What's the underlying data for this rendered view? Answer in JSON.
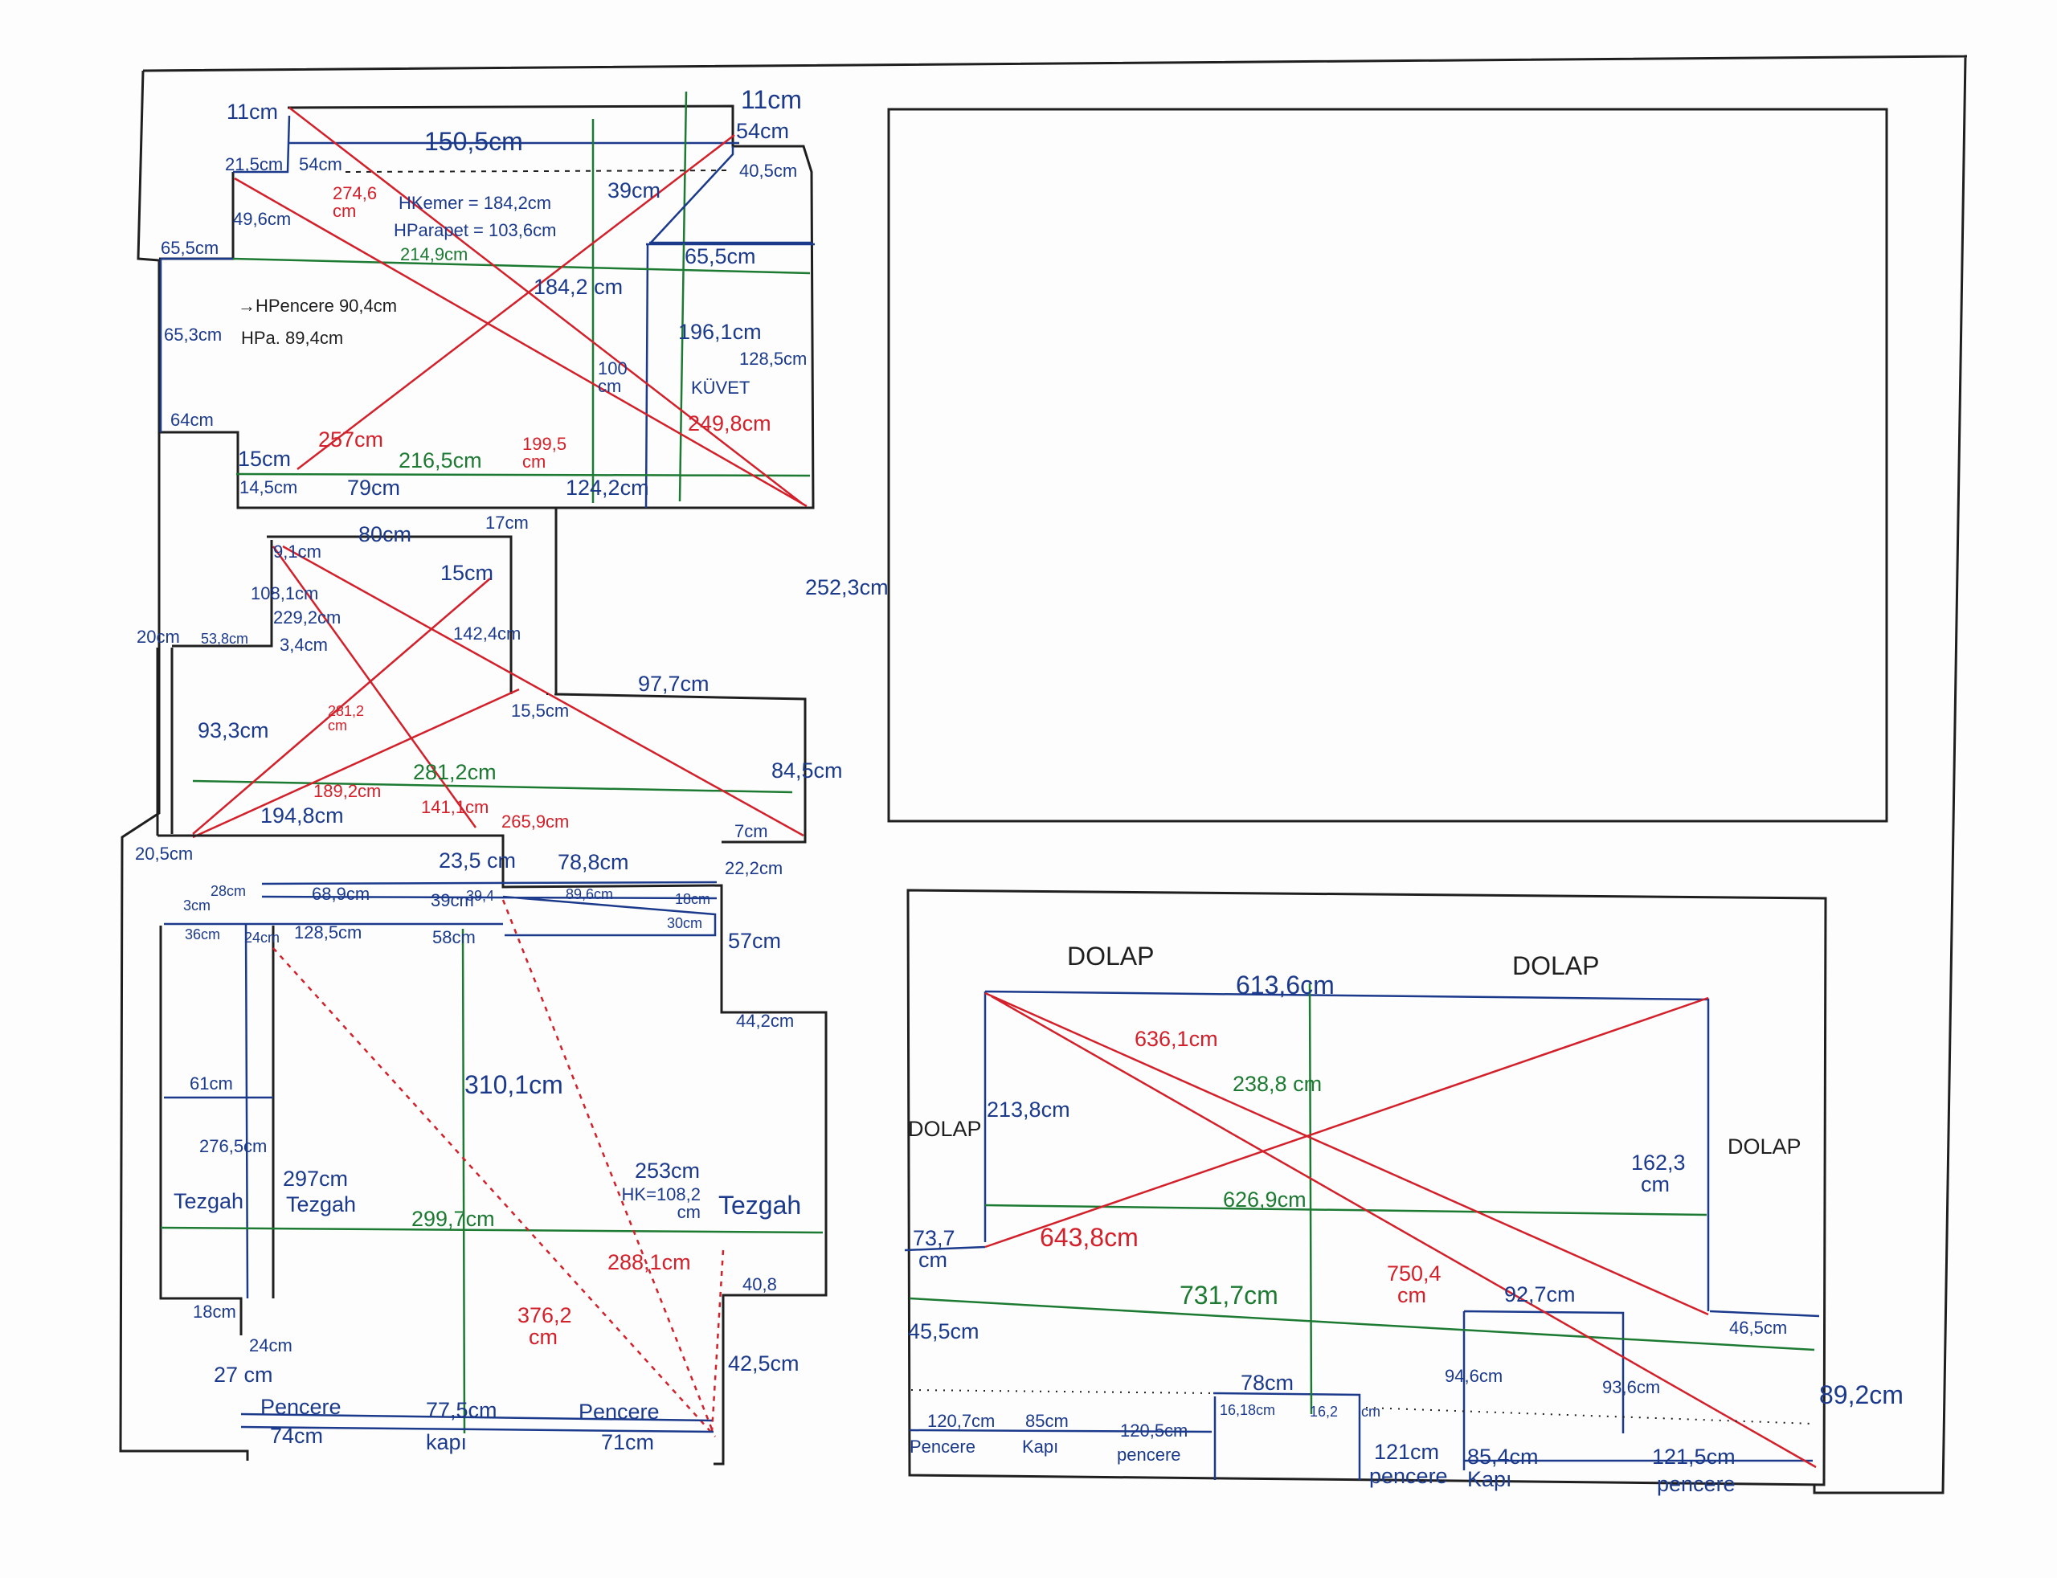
{
  "labels": {
    "bath_11cm_a": "11cm",
    "bath_11cm_b": "11cm",
    "bath_150": "150,5cm",
    "bath_54_a": "54cm",
    "bath_54_b": "54cm",
    "bath_21_5": "21,5cm",
    "bath_40_5": "40,5cm",
    "bath_274": "274,6 cm",
    "bath_hkemer": "HKemer = 184,2cm",
    "bath_hparapet": "HParapet = 103,6cm",
    "bath_39": "39cm",
    "bath_49_6": "49,6cm",
    "bath_214_9": "214,9cm",
    "bath_65_5_a": "65,5cm",
    "bath_65_5_b": "65,5cm",
    "bath_184_2": "184,2 cm",
    "bath_hpencere": "→HPencere 90,4cm",
    "bath_hpa": "HPa. 89,4cm",
    "bath_65_3": "65,3cm",
    "bath_196_1": "196,1cm",
    "bath_128_5": "128,5cm",
    "bath_100": "100 cm",
    "bath_kuvet": "KÜVET",
    "bath_249_8": "249,8cm",
    "bath_64": "64cm",
    "bath_257": "257cm",
    "bath_199_5": "199,5 cm",
    "bath_15": "15cm",
    "bath_216_5": "216,5cm",
    "bath_14_5": "14,5cm",
    "bath_79": "79cm",
    "bath_124_2": "124,2cm",
    "hall_80": "80cm",
    "hall_17": "17cm",
    "hall_9_1": "9,1cm",
    "hall_15": "15cm",
    "hall_108_1": "108,1cm",
    "hall_229_2": "229,2cm",
    "hall_20": "20cm",
    "hall_53_8": "53,8cm",
    "hall_3_4": "3,4cm",
    "hall_142_4": "142,4cm",
    "hall_252_3": "252,3cm",
    "hall_97_7": "97,7cm",
    "hall_15_5": "15,5cm",
    "hall_93_3": "93,3cm",
    "hall_281_2_red": "281,2 cm",
    "hall_281_2": "281,2cm",
    "hall_84_5": "84,5cm",
    "hall_189_2": "189,2cm",
    "hall_141_1": "141,1cm",
    "hall_265_9": "265,9cm",
    "hall_194_8": "194,8cm",
    "hall_7": "7cm",
    "k_20_5": "20,5cm",
    "k_23_5": "23,5 cm",
    "k_78_8": "78,8cm",
    "k_22_2": "22,2cm",
    "k_28": "28cm",
    "k_68_9": "68,9cm",
    "k_39": "39cm",
    "k_39b": "39,4",
    "k_89_6": "89,6cm",
    "k_18": "18cm",
    "k_30": "30cm",
    "k_3": "3cm",
    "k_36": "36cm",
    "k_24": "24cm",
    "k_128_5": "128,5cm",
    "k_58": "58cm",
    "k_57": "57cm",
    "k_44_2": "44,2cm",
    "k_61": "61cm",
    "k_310_1": "310,1cm",
    "k_276_5": "276,5cm",
    "k_297": "297cm",
    "k_tezgah_a": "Tezgah",
    "k_tezgah_b": "Tezgah",
    "k_tezgah_c": "Tezgah",
    "k_253": "253cm",
    "k_hk": "HK=108,2 cm",
    "k_299_7": "299,7cm",
    "k_288_1": "288,1cm",
    "k_40_8": "40,8",
    "k_18b": "18cm",
    "k_24b": "24cm",
    "k_376_2": "376,2 cm",
    "k_27": "27 cm",
    "k_42_5": "42,5cm",
    "k_pencere_a": "Pencere",
    "k_77_5": "77,5cm",
    "k_pencere_b": "Pencere",
    "k_74": "74cm",
    "k_kapi": "kapı",
    "k_71": "71cm",
    "r_dolap_a": "DOLAP",
    "r_dolap_b": "DOLAP",
    "r_dolap_c": "DOLAP",
    "r_dolap_d": "DOLAP",
    "r_613_6": "613,6cm",
    "r_636_1": "636,1cm",
    "r_238_8": "238,8 cm",
    "r_213_8": "213,8cm",
    "r_162_3": "162,3 cm",
    "r_626_9": "626,9cm",
    "r_643_8": "643,8cm",
    "r_73_7": "73,7 cm",
    "r_750_4": "750,4 cm",
    "r_731_7": "731,7cm",
    "r_92_7": "92,7cm",
    "r_46_5": "46,5cm",
    "r_45_5": "45,5cm",
    "r_94_6": "94,6cm",
    "r_93_6": "93,6cm",
    "r_89_2": "89,2cm",
    "r_78": "78cm",
    "r_16_18": "16,18cm",
    "r_16_2": "16,2",
    "r_cm": "cm",
    "r_120_7": "120,7cm",
    "r_85": "85cm",
    "r_120_5": "120,5cm",
    "r_pencere_a": "Pencere",
    "r_kapi_a": "Kapı",
    "r_pencere_b": "pencere",
    "r_121_a": "121cm",
    "r_85_4": "85,4cm",
    "r_121_5": "121,5cm",
    "r_pencere_c": "pencere",
    "r_kapi_b": "Kapı",
    "r_pencere_d": "pencere"
  },
  "colors": {
    "outline": "#1f1f1f",
    "blue": "#1c3a8c",
    "green": "#1d7a32",
    "red": "#d3202a"
  }
}
